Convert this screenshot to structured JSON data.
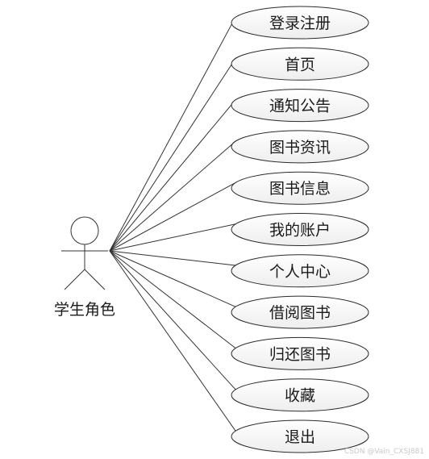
{
  "actor": {
    "label": "学生角色"
  },
  "use_cases": [
    {
      "label": "登录注册"
    },
    {
      "label": "首页"
    },
    {
      "label": "通知公告"
    },
    {
      "label": "图书资讯"
    },
    {
      "label": "图书信息"
    },
    {
      "label": "我的账户"
    },
    {
      "label": "个人中心"
    },
    {
      "label": "借阅图书"
    },
    {
      "label": "归还图书"
    },
    {
      "label": "收藏"
    },
    {
      "label": "退出"
    }
  ],
  "watermark": {
    "text": "CSDN @Vain_CXSJ881"
  },
  "colors": {
    "ellipse_top": "#ffffff",
    "ellipse_bottom": "#eeeeee",
    "stroke": "#2b2b2b"
  }
}
